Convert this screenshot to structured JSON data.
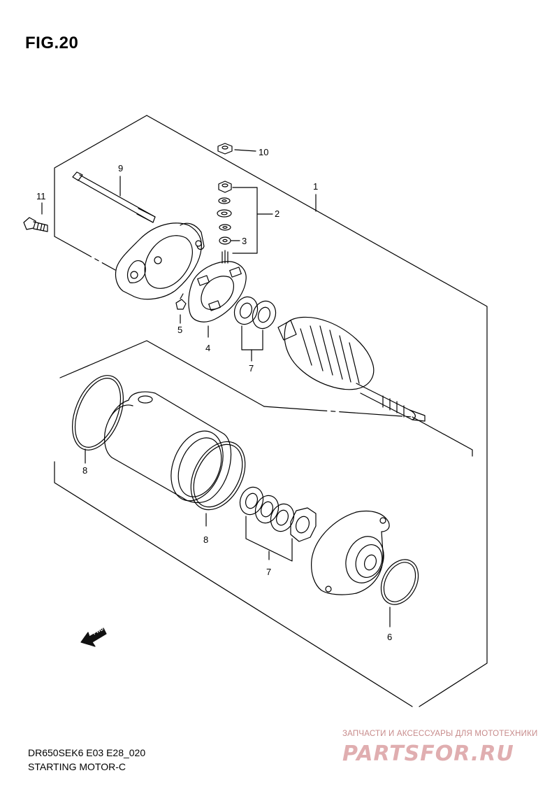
{
  "figure": {
    "title": "FIG.20",
    "model_code": "DR650SEK6 E03 E28_020",
    "caption": "STARTING MOTOR-C"
  },
  "part_labels": [
    {
      "number": "1"
    },
    {
      "number": "2"
    },
    {
      "number": "3"
    },
    {
      "number": "4"
    },
    {
      "number": "5"
    },
    {
      "number": "6"
    },
    {
      "number": "7"
    },
    {
      "number": "7"
    },
    {
      "number": "8"
    },
    {
      "number": "8"
    },
    {
      "number": "9"
    },
    {
      "number": "10"
    },
    {
      "number": "11"
    }
  ],
  "direction_indicator": {
    "text": "FWD",
    "icon": "forward-arrow-icon"
  },
  "watermark": {
    "tagline": "ЗАПЧАСТИ И АКСЕССУАРЫ ДЛЯ МОТОТЕХНИКИ",
    "logo": "PARTSFOR.RU",
    "color": "#e0aeb0"
  }
}
